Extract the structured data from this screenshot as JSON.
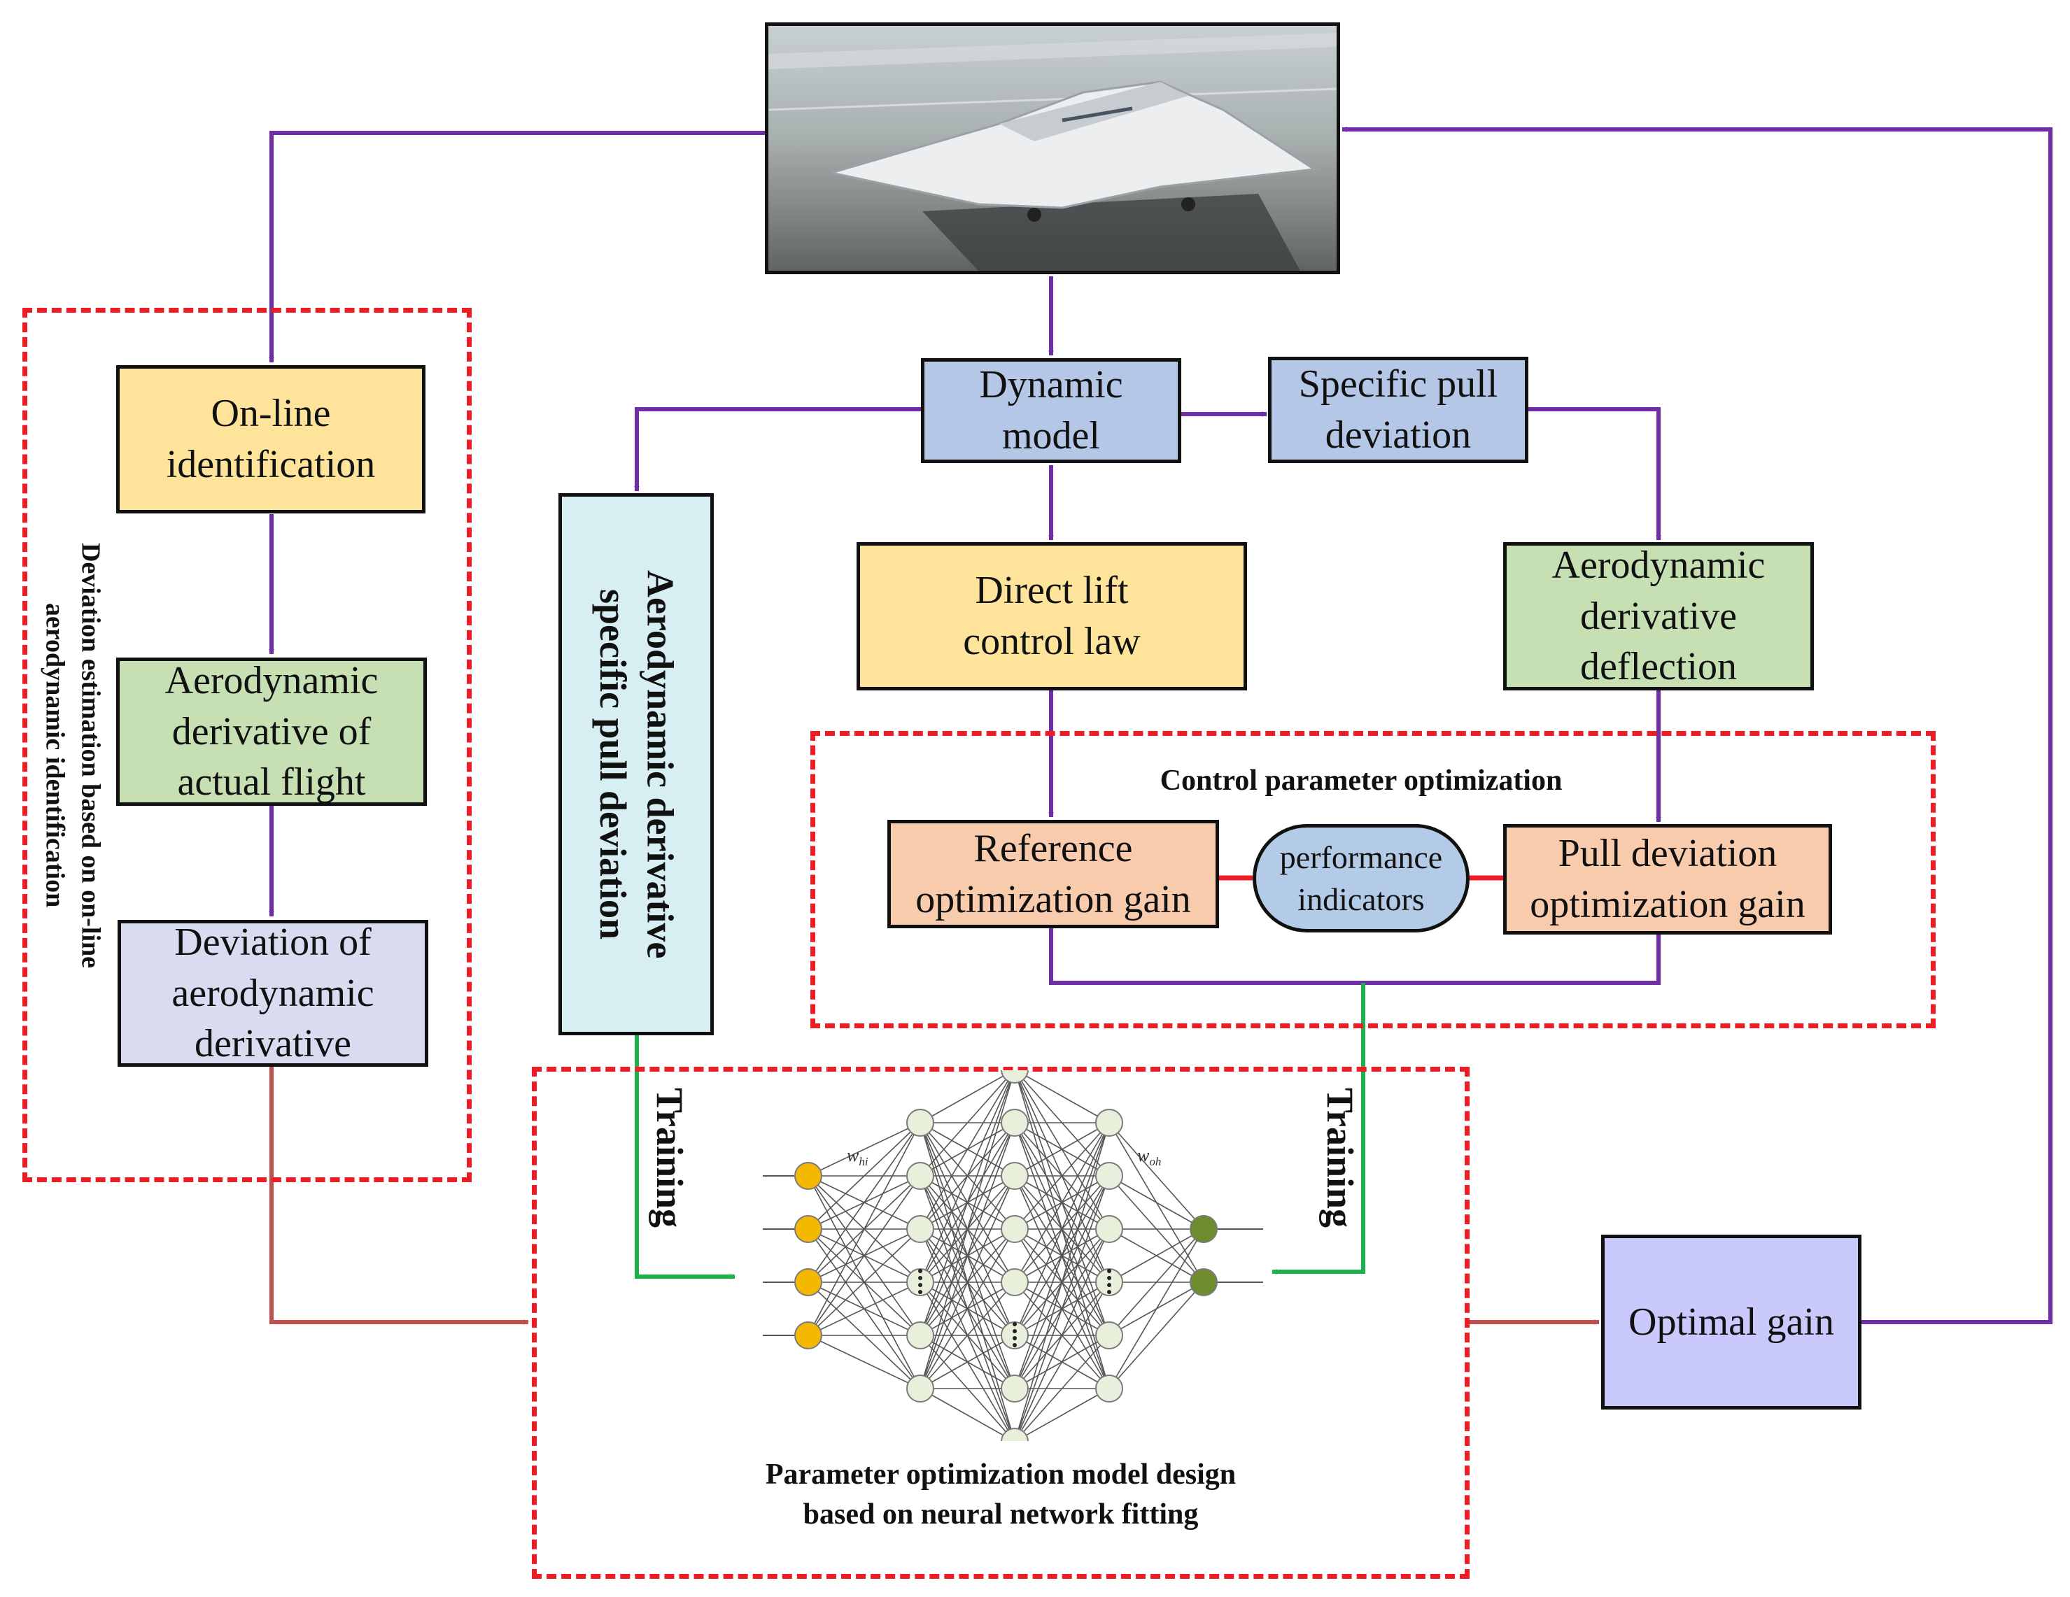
{
  "nodes": {
    "online_identification": "On-line\nidentification",
    "aero_actual": "Aerodynamic\nderivative of\nactual flight",
    "deviation_aero": "Deviation of\naerodynamic\nderivative",
    "dynamic_model": "Dynamic\nmodel",
    "specific_pull": "Specific pull\ndeviation",
    "aero_specific_pull": "Aerodynamic derivative\nspecific pull deviation",
    "direct_lift": "Direct lift\ncontrol law",
    "aero_deflection": "Aerodynamic\nderivative\ndeflection",
    "reference_gain": "Reference\noptimization gain",
    "performance": "performance\nindicators",
    "pull_gain": "Pull deviation\noptimization gain",
    "optimal_gain": "Optimal gain"
  },
  "groups": {
    "deviation_estimation": "Deviation estimation based on on-line\naerodynamic identification",
    "control_optimization": "Control parameter optimization",
    "nn_design": "Parameter optimization model design\nbased on neural network fitting"
  },
  "edge_labels": {
    "training_left": "Training",
    "training_right": "Training"
  },
  "nn": {
    "w_hi_base": "w",
    "w_hi_sub": "hi",
    "w_oh_base": "w",
    "w_oh_sub": "oh",
    "layer_sizes": [
      4,
      6,
      8,
      6,
      2
    ]
  },
  "colors": {
    "purple_line": "#6f2da8",
    "green_line": "#1db14b",
    "brown_line": "#c0504d",
    "red_dash": "#ee1c24",
    "input_node": "#f5b800",
    "hidden_node": "#e8f0dc",
    "output_node": "#6e8c2e"
  }
}
